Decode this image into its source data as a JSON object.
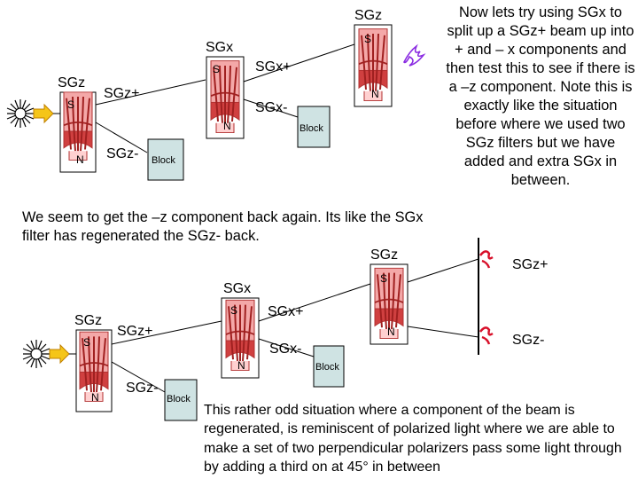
{
  "diagram_top": {
    "source_label": "",
    "filter1": {
      "name": "SGz",
      "top_pole": "S",
      "bottom_pole": "N"
    },
    "beam_up": "SGz+",
    "beam_down": "SGz-",
    "block1": "Block",
    "filter2": {
      "name": "SGx",
      "top_pole": "S",
      "bottom_pole": "N"
    },
    "beam_x_plus": "SGx+",
    "beam_x_minus": "SGx-",
    "block2": "Block",
    "filter3": {
      "name": "SGz",
      "top_pole": "S",
      "bottom_pole": "N"
    }
  },
  "diagram_bottom": {
    "filter1": {
      "name": "SGz",
      "top_pole": "S",
      "bottom_pole": "N"
    },
    "beam_up": "SGz+",
    "beam_down": "SGz-",
    "block1": "Block",
    "filter2": {
      "name": "SGx",
      "top_pole": "S",
      "bottom_pole": "N"
    },
    "beam_x_plus": "SGx+",
    "beam_x_minus": "SGx-",
    "block2": "Block",
    "filter3": {
      "name": "SGz",
      "top_pole": "S",
      "bottom_pole": "N"
    }
  },
  "screen": {
    "upper_spot": "SGz+",
    "lower_spot": "SGz-"
  },
  "side_text": "Now lets try using SGx to split up a SGz+ beam up into + and – x components and then test this to see if there is a –z component. Note this is exactly like the situation before where we used two SGz filters but we have added and extra SGx in between.",
  "middle_text": "We seem to get the –z component back again.  Its like the SGx filter has regenerated the SGz- back.",
  "bottom_text": "This rather odd situation where a component of the beam is regenerated, is reminiscent of polarized light where we are able to make a set of two perpendicular polarizers pass some light through by adding a third on at 45° in between",
  "colors": {
    "magnet_red": "#d04040",
    "magnet_pink": "#f4a8a8",
    "box_fill": "#ffffff",
    "block_fill": "#cfe3e3",
    "source_arrow": "#f5c518",
    "scribble": "#8a2be2",
    "screen_spot": "#d8102a"
  }
}
